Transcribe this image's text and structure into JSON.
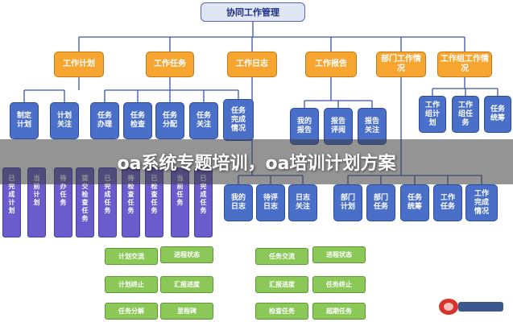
{
  "colors": {
    "root_fill": "#dfe6f4",
    "root_border": "#5568b8",
    "category_fill": "#f5a530",
    "sub_fill": "#4a6fc8",
    "purple_fill": "#6a5ccc",
    "green_fill": "#8bc858",
    "line": "#3a55b0"
  },
  "diagram": {
    "root": "协同工作管理",
    "categories": [
      "工作计划",
      "工作任务",
      "工作日志",
      "工作报告",
      "部门工作情况",
      "工作组工作情况"
    ],
    "plan_children": [
      "制定计划",
      "计划关注"
    ],
    "task_children": [
      "任务办理",
      "任务检查",
      "任务分配",
      "任务关注",
      "任务完成情况"
    ],
    "report_children": [
      "我的报告",
      "报告评阅",
      "报告关注"
    ],
    "group_children": [
      "工作组计划",
      "工作组任务",
      "任务统筹"
    ],
    "plan_leaves": [
      "已完成计划",
      "当前计划"
    ],
    "task_leaves": [
      "待办任务",
      "提交检查任务",
      "已完成任务",
      "待检查任务",
      "已检查任务",
      "当前任务",
      "已完成任务"
    ],
    "log_leaves": [
      "我的日志",
      "待评日志",
      "日志关注"
    ],
    "dept_leaves": [
      "部门计划",
      "部门任务",
      "任务统筹"
    ],
    "group_leaves": [
      "工作任务",
      "工作完成情况"
    ],
    "flow_left": [
      [
        "计划交流",
        "进程状态"
      ],
      [
        "计划终止",
        "汇报进度"
      ],
      [
        "任务分解",
        "里程碑"
      ]
    ],
    "flow_right": [
      [
        "任务交流",
        "进程状态"
      ],
      [
        "汇报进度",
        "任务终止"
      ],
      [
        "检查任务",
        "超期任务"
      ]
    ]
  },
  "banner": {
    "title": "oa系统专题培训，oa培训计划方案"
  }
}
